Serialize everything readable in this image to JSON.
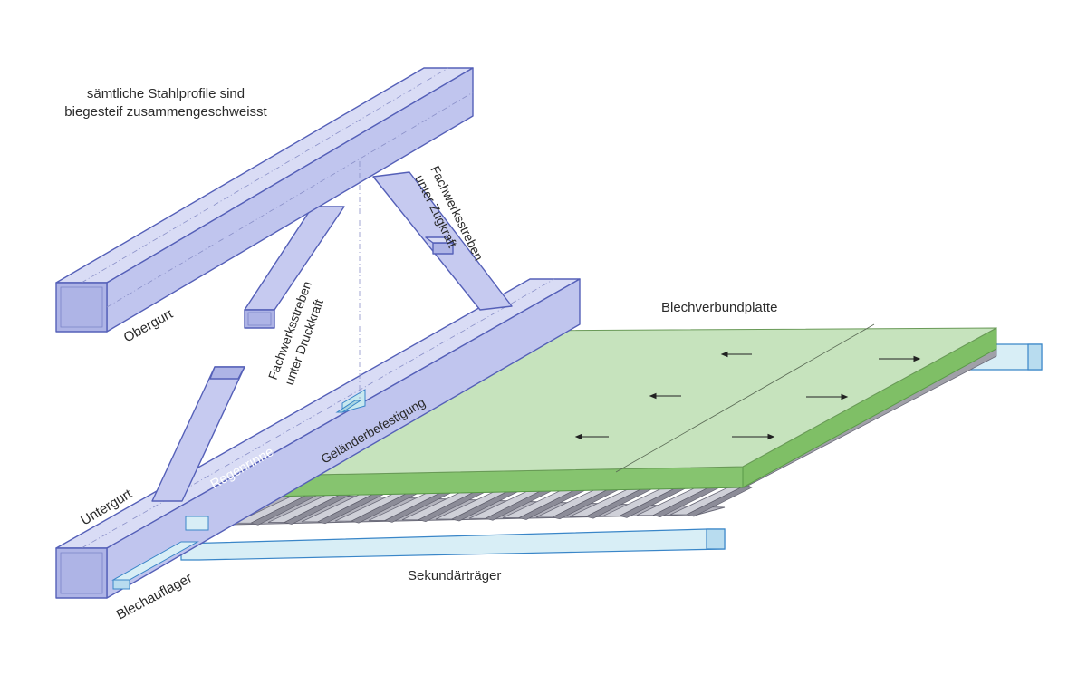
{
  "labels": {
    "note_line1": "sämtliche Stahlprofile sind",
    "note_line2": "biegesteif zusammengeschweisst",
    "obergurt": "Obergurt",
    "untergurt": "Untergurt",
    "druck_line1": "Fachwerksstreben",
    "druck_line2": "unter Druckkraft",
    "zug_line1": "Fachwerksstreben",
    "zug_line2": "unter Zugkraft",
    "blechverbundplatte": "Blechverbundplatte",
    "gelaender": "Geländerbefestigung",
    "regenrinne": "Regenrinne",
    "sekundaer": "Sekundärträger",
    "blechauflager": "Blechauflager"
  },
  "colors": {
    "beam_top": "#d9dcf5",
    "beam_side": "#c0c5ee",
    "beam_end": "#aeb4e6",
    "slab_top": "#c6e3bd",
    "slab_edge": "#86c46f",
    "secondary": "#d8eef6",
    "secondary_edge": "#3a86c8",
    "deck": "#9a9aa6",
    "edge": "#5560b8"
  }
}
